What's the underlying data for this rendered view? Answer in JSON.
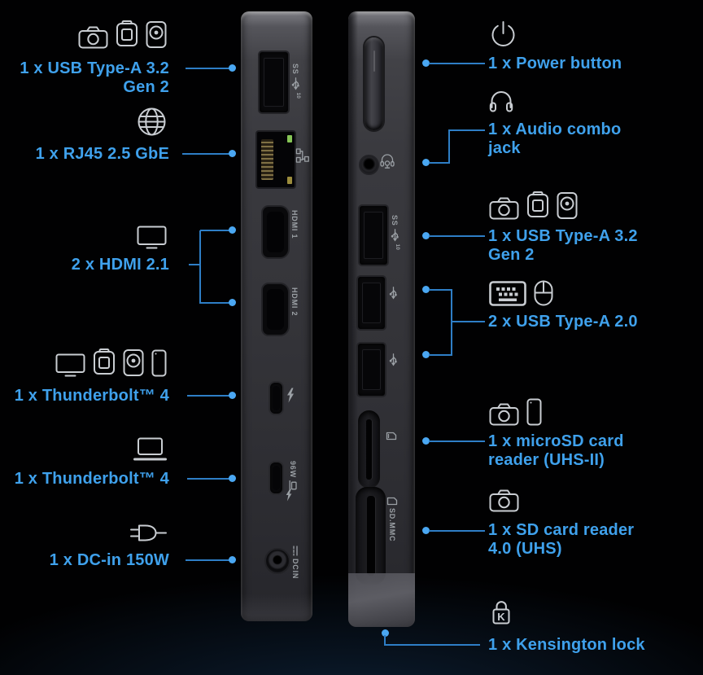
{
  "colors": {
    "background": "#010102",
    "accent_text": "#3fa1ec",
    "connector_line": "#2e7ec6",
    "connector_dot": "#4aa7f2",
    "label_icon": "#c9cdd2",
    "panel_marking": "#9ba0a5",
    "panel_dark": "#333338",
    "rj45_led_green": "#86c556",
    "rj45_led_amber": "#9b8c3c"
  },
  "left_items": [
    {
      "icons": [
        "camera-icon",
        "drive-bay-icon",
        "hdd-icon"
      ],
      "line1": "1 x USB Type-A 3.2",
      "line2": "Gen 2"
    },
    {
      "icons": [
        "globe-icon"
      ],
      "line1": "1 x RJ45 2.5 GbE"
    },
    {
      "icons": [
        "monitor-icon"
      ],
      "line1": "2 x HDMI 2.1"
    },
    {
      "icons": [
        "monitor-icon",
        "drive-bay-icon",
        "hdd-icon",
        "phone-icon"
      ],
      "line1": "1 x Thunderbolt™ 4"
    },
    {
      "icons": [
        "laptop-icon"
      ],
      "line1": "1 x Thunderbolt™ 4"
    },
    {
      "icons": [
        "dc-plug-icon"
      ],
      "line1": "1 x DC-in 150W"
    }
  ],
  "right_items": [
    {
      "icons": [
        "power-icon"
      ],
      "line1": "1 x Power button"
    },
    {
      "icons": [
        "headphones-icon"
      ],
      "line1": "1 x Audio combo",
      "line2": "jack"
    },
    {
      "icons": [
        "camera-icon",
        "drive-bay-icon",
        "hdd-icon"
      ],
      "line1": "1 x USB Type-A 3.2",
      "line2": "Gen 2"
    },
    {
      "icons": [
        "keyboard-icon",
        "mouse-icon"
      ],
      "line1": "2 x USB Type-A 2.0"
    },
    {
      "icons": [
        "camera-icon",
        "phone-icon"
      ],
      "line1": "1 x microSD card",
      "line2": "reader (UHS-II)"
    },
    {
      "icons": [
        "camera-icon"
      ],
      "line1": "1 x SD card reader",
      "line2": "4.0 (UHS)"
    },
    {
      "icons": [
        "kensington-lock-icon"
      ],
      "line1": "1 x Kensington lock"
    }
  ],
  "markings": {
    "ss": "SS",
    "ss_speed": "10",
    "hdmi1": "HDMI 1",
    "hdmi2": "HDMI 2",
    "watt": "96W",
    "dcin": "DCIN",
    "sdmmc": "SD.MMC",
    "kensington_letter": "K"
  }
}
